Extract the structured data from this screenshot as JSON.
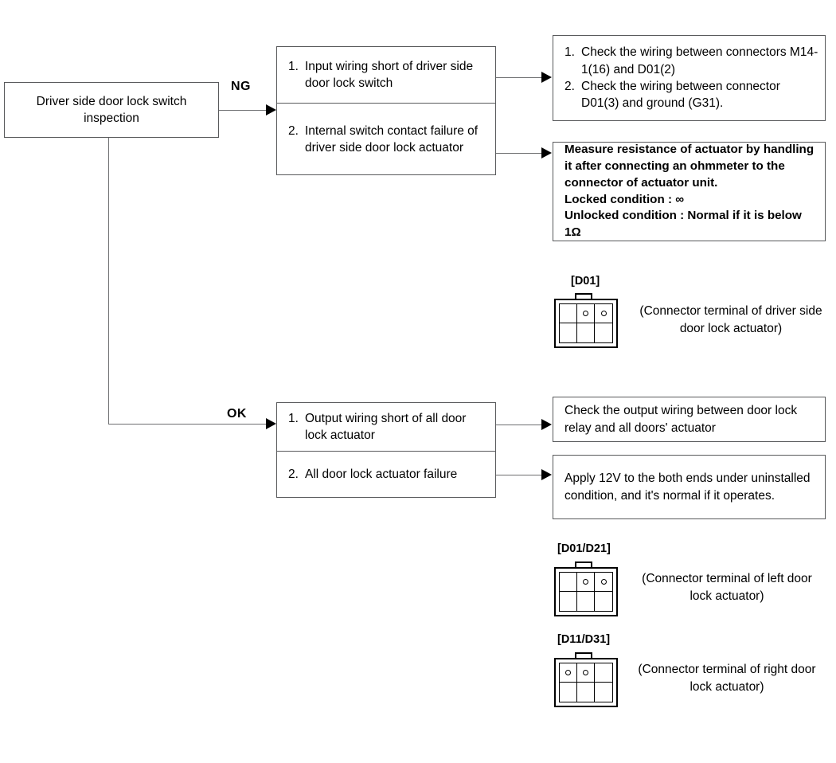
{
  "diagram": {
    "title": "Driver side door lock switch inspection troubleshooting flow",
    "start_box": {
      "text": "Driver side door lock switch inspection"
    },
    "branches": {
      "ng_label": "NG",
      "ok_label": "OK"
    },
    "ng_causes": [
      {
        "num": "1.",
        "text": "Input wiring short of driver side door lock switch"
      },
      {
        "num": "2.",
        "text": "Internal switch contact failure of driver side door lock actuator"
      }
    ],
    "ng_actions": [
      {
        "lines": [
          {
            "num": "1.",
            "text": "Check the wiring between connectors M14-1(16) and D01(2)"
          },
          {
            "num": "2.",
            "text": "Check the wiring between connector D01(3) and ground (G31)."
          }
        ]
      },
      {
        "bold": true,
        "text": "Measure resistance of actuator by handling it after connecting an ohmmeter to the connector of actuator unit.",
        "locked": "Locked condition : ∞",
        "unlocked": "Unlocked condition : Normal if it is below 1Ω"
      }
    ],
    "ok_causes": [
      {
        "num": "1.",
        "text": "Output wiring short of all door lock actuator"
      },
      {
        "num": "2.",
        "text": "All door lock actuator failure"
      }
    ],
    "ok_actions": [
      {
        "text": "Check the output wiring between door lock relay and all doors' actuator"
      },
      {
        "text": "Apply 12V to the both ends under uninstalled condition, and it's normal if it operates."
      }
    ],
    "connectors": [
      {
        "label": "[D01]",
        "caption": "(Connector terminal of driver side door lock actuator)",
        "pins": [
          false,
          true,
          true,
          false,
          false,
          false
        ]
      },
      {
        "label": "[D01/D21]",
        "caption": "(Connector terminal of left door lock actuator)",
        "pins": [
          false,
          true,
          true,
          false,
          false,
          false
        ]
      },
      {
        "label": "[D11/D31]",
        "caption": "(Connector terminal of right door lock actuator)",
        "pins": [
          true,
          true,
          false,
          false,
          false,
          false
        ]
      }
    ]
  }
}
